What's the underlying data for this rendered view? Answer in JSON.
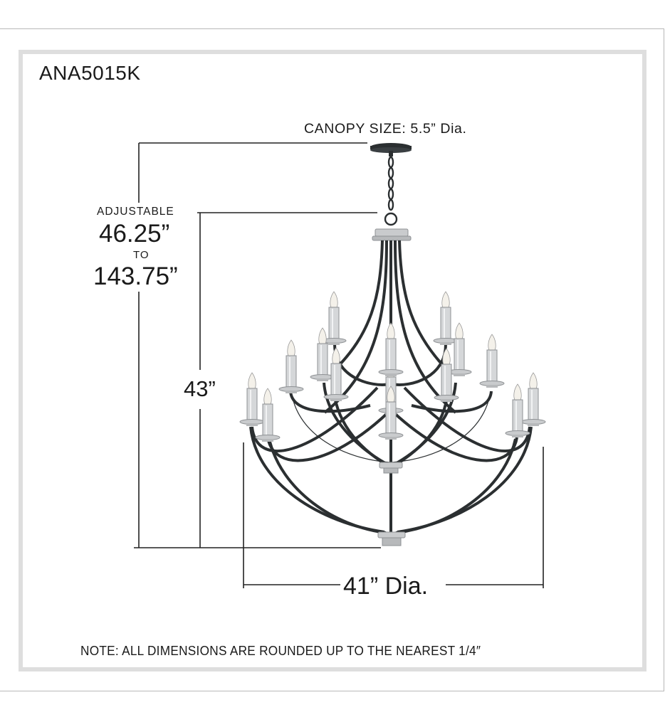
{
  "diagram": {
    "model_number": "ANA5015K",
    "canopy_label": "CANOPY SIZE: 5.5” Dia.",
    "overall_height": {
      "label": "ADJUSTABLE",
      "min": "46.25”",
      "connector": "TO",
      "max": "143.75”"
    },
    "fixture_height": "43”",
    "diameter": "41” Dia.",
    "note": "NOTE:  ALL DIMENSIONS ARE ROUNDED UP TO THE NEAREST  1/4″",
    "product": {
      "type": "chandelier",
      "lights": 15,
      "tiers": 3,
      "finish_colors": {
        "frame": "#2b2f31",
        "metal": "#c4c6c8"
      }
    },
    "colors": {
      "text": "#1a1a1a",
      "dimension_lines": "#222222",
      "inner_frame_border": "#dedede",
      "outer_frame_border": "#b8b8b8",
      "background": "#ffffff"
    }
  }
}
